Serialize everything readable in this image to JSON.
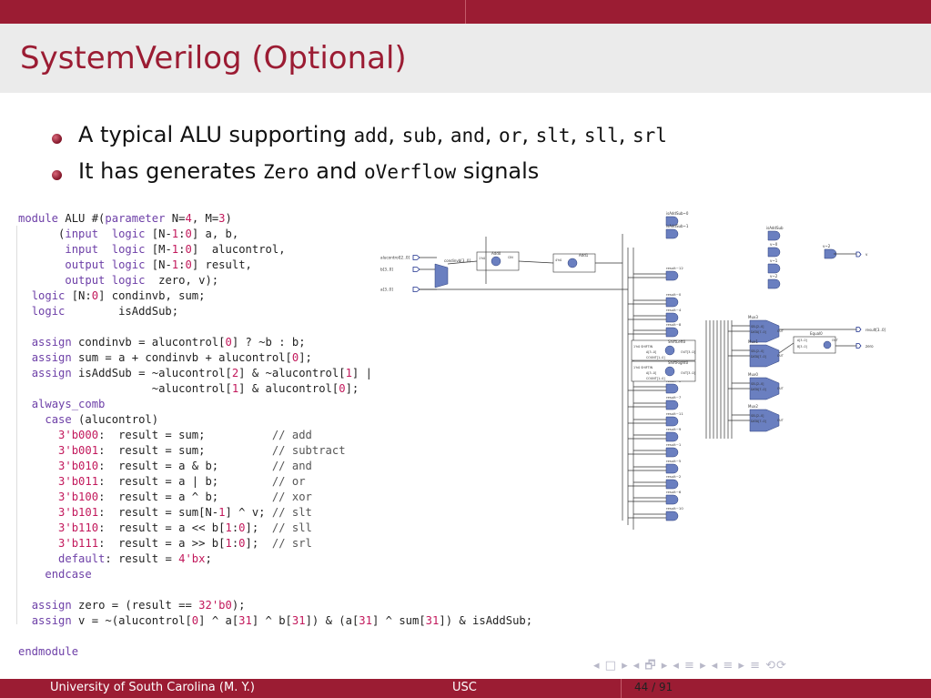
{
  "slide": {
    "title": "SystemVerilog (Optional)",
    "bullets": [
      {
        "prefix": "A typical ALU supporting ",
        "ops": [
          "add",
          "sub",
          "and",
          "or",
          "slt",
          "sll",
          "srl"
        ]
      },
      {
        "p1": "It has generates ",
        "code1": "Zero",
        "p2": " and ",
        "code2": "oVerflow",
        "p3": " signals"
      }
    ]
  },
  "code": {
    "lines": [
      "module ALU #(parameter N=4, M=3)",
      "      (input  logic [N-1:0] a, b,",
      "       input  logic [M-1:0]  alucontrol,",
      "       output logic [N-1:0] result,",
      "       output logic  zero, v);",
      "  logic [N:0] condinvb, sum;",
      "  logic        isAddSub;",
      "",
      "  assign condinvb = alucontrol[0] ? ~b : b;",
      "  assign sum = a + condinvb + alucontrol[0];",
      "  assign isAddSub = ~alucontrol[2] & ~alucontrol[1] |",
      "                    ~alucontrol[1] & alucontrol[0];",
      "  always_comb",
      "    case (alucontrol)",
      "      3'b000:  result = sum;          // add",
      "      3'b001:  result = sum;          // subtract",
      "      3'b010:  result = a & b;        // and",
      "      3'b011:  result = a | b;        // or",
      "      3'b100:  result = a ^ b;        // xor",
      "      3'b101:  result = sum[N-1] ^ v; // slt",
      "      3'b110:  result = a << b[1:0];  // sll",
      "      3'b111:  result = a >> b[1:0];  // srl",
      "      default: result = 4'bx;",
      "    endcase",
      "",
      "  assign zero = (result == 32'b0);",
      "  assign v = ~(alucontrol[0] ^ a[31] ^ b[31]) & (a[31] ^ sum[31]) & isAddSub;",
      "",
      "endmodule"
    ]
  },
  "schematic": {
    "inputs": [
      "alucontrol[2..0]",
      "b[3..0]",
      "a[3..0]"
    ],
    "outputs": [
      "result[3..0]",
      "zero",
      "v"
    ],
    "blocks": [
      "condinvb[3..0]",
      "Add0",
      "Add1",
      "ShiftLeft0",
      "ShiftRight0",
      "Mux0",
      "Mux1",
      "Mux2",
      "Mux3",
      "Equal0",
      "isAddSub"
    ],
    "gate_labels": [
      "isAddSub~0",
      "isAddSub~1",
      "isAddSub",
      "v~0",
      "v~1",
      "v~2",
      "result~12",
      "result~0",
      "result~4",
      "result~8",
      "result~3",
      "result~7",
      "result~11",
      "result~9",
      "result~1",
      "result~5",
      "result~2",
      "result~6",
      "result~10"
    ],
    "pin_labels": [
      "A[4..0]",
      "B[4..0]",
      "OUT[4..0]",
      "A[3..0]",
      "COUNT[1..0]",
      "OUT[3..0]",
      "SEL[2..0]",
      "DATA[7..0]",
      "OUT",
      "A[3..0]",
      "B[3..0]",
      "1'h0",
      "CIN",
      "4'h0",
      "1'h0 SHIFTIN"
    ]
  },
  "nav": {
    "symbols": "◂ □ ▸ ◂ 🗗 ▸ ◂ ≡ ▸ ◂ ≡ ▸   ≡   ⟲⟳"
  },
  "footer": {
    "left": "University of South Carolina  (M. Y.)",
    "center": "USC",
    "page": "44 / 91"
  },
  "colors": {
    "accent": "#9b1c33",
    "keyword": "#6d3fa7",
    "number": "#c2185b"
  }
}
